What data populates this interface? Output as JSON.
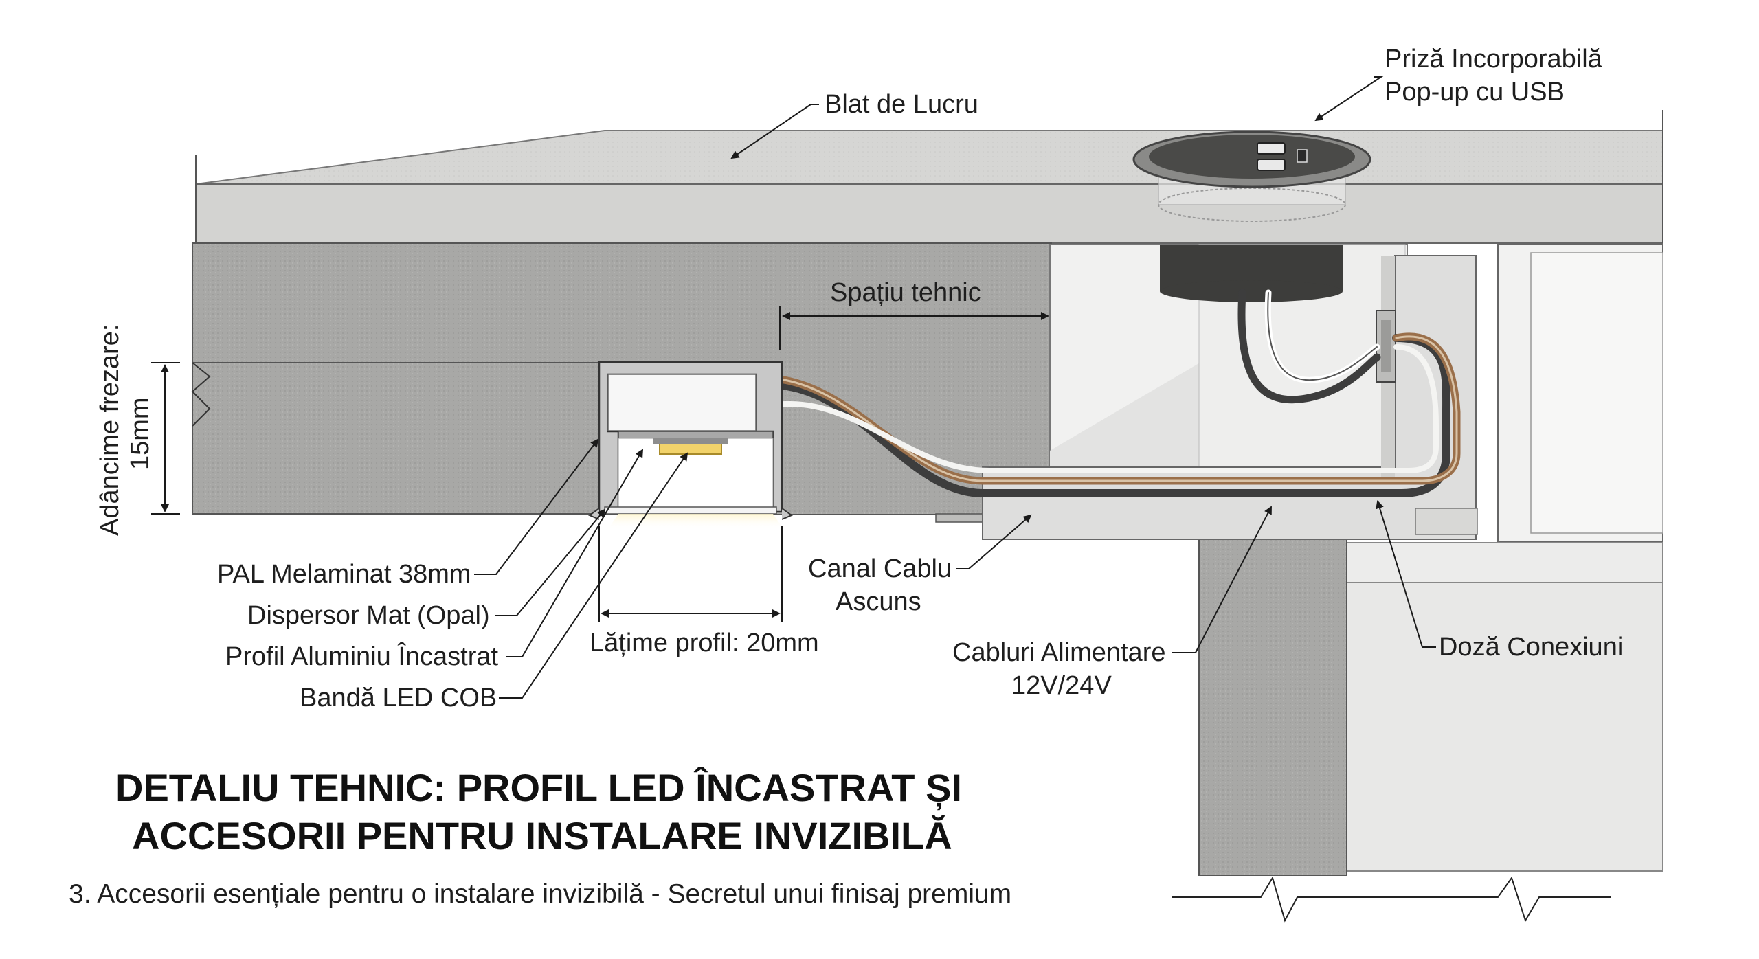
{
  "labels": {
    "worktop": "Blat de Lucru",
    "socket_line1": "Priză Incorporabilă",
    "socket_line2": "Pop-up cu USB",
    "tech_space": "Spațiu tehnic",
    "milling_depth_line1": "Adâncime frezare:",
    "milling_depth_line2": "15mm",
    "pal": "PAL Melaminat 38mm",
    "diffuser": "Dispersor Mat (Opal)",
    "profile": "Profil Aluminiu Încastrat",
    "led_strip": "Bandă LED COB",
    "profile_width": "Lățime profil: 20mm",
    "cable_channel_line1": "Canal Cablu",
    "cable_channel_line2": "Ascuns",
    "power_cables_line1": "Cabluri Alimentare",
    "power_cables_line2": "12V/24V",
    "junction_box": "Doză Conexiuni"
  },
  "title": {
    "line1": "DETALIU TEHNIC: PROFIL LED ÎNCASTRAT ȘI",
    "line2": "ACCESORII PENTRU INSTALARE INVIZIBILĂ"
  },
  "subtitle": "3. Accesorii esențiale pentru o instalare invizibilă - Secretul unui finisaj premium",
  "colors": {
    "worktop_top": "#e6e6e4",
    "worktop_front": "#d3d3d1",
    "board": "#a9a9a7",
    "cable_brown": "#9a6f4a",
    "cable_dark": "#3d3d3d",
    "led": "#f2d36b",
    "metal": "#c8c8c8"
  }
}
